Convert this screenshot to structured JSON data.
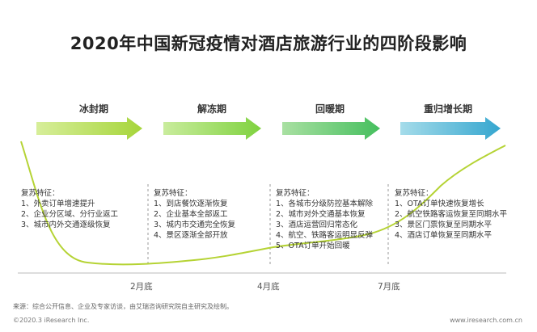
{
  "title": "2020年中国新冠疫情对酒店旅游行业的四阶段影响",
  "phases": [
    {
      "label": "冰封期",
      "color": "#9fd23a"
    },
    {
      "label": "解冻期",
      "color": "#7ed23e"
    },
    {
      "label": "回暖期",
      "color": "#4cc164"
    },
    {
      "label": "重归增长期",
      "color": "#37a7cf"
    }
  ],
  "features": [
    {
      "title": "复苏特征：",
      "items": [
        "1、外卖订单增速提升",
        "2、企业分区域、分行业返工",
        "3、城市内外交通逐级恢复"
      ]
    },
    {
      "title": "复苏特征：",
      "items": [
        "1、到店餐饮逐渐恢复",
        "2、企业基本全部返工",
        "3、城内市交通完全恢复",
        "4、景区逐渐全部开放"
      ]
    },
    {
      "title": "复苏特征：",
      "items": [
        "1、各城市分级防控基本解除",
        "2、城市对外交通基本恢复",
        "3、酒店运营回归常态化",
        "4、航空、铁路客运明显反弹",
        "5、OTA订单开始回暖"
      ]
    },
    {
      "title": "复苏特征：",
      "items": [
        "1、OTA订单快速恢复增长",
        "2、航空铁路客运恢复至同期水平",
        "3、景区门票恢复至同期水平",
        "4、酒店订单恢复至同期水平"
      ]
    }
  ],
  "timeline_ticks": [
    "2月底",
    "4月底",
    "7月底"
  ],
  "curve_color": "#b5d334",
  "footer": {
    "source": "来源：综合公开信息、企业及专家访谈，由艾瑞咨询研究院自主研究及绘制。",
    "copyright": "©2020.3 iResearch Inc.",
    "website": "www.iresearch.com.cn"
  }
}
